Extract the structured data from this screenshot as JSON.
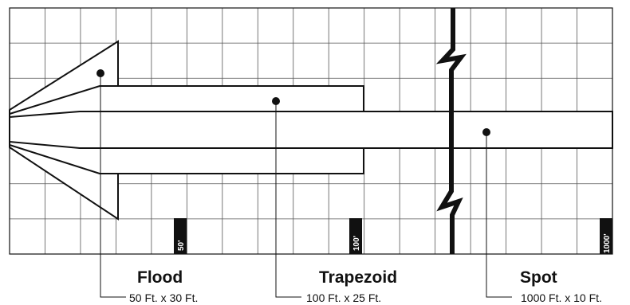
{
  "distance_markers": [
    "50'",
    "100'",
    "1000'"
  ],
  "beams": [
    {
      "id": "flood",
      "name": "Flood",
      "size": "50 Ft. x 30 Ft."
    },
    {
      "id": "trapezoid",
      "name": "Trapezoid",
      "size": "100 Ft. x 25 Ft."
    },
    {
      "id": "spot",
      "name": "Spot",
      "size": "1000 Ft. x 10 Ft."
    }
  ]
}
